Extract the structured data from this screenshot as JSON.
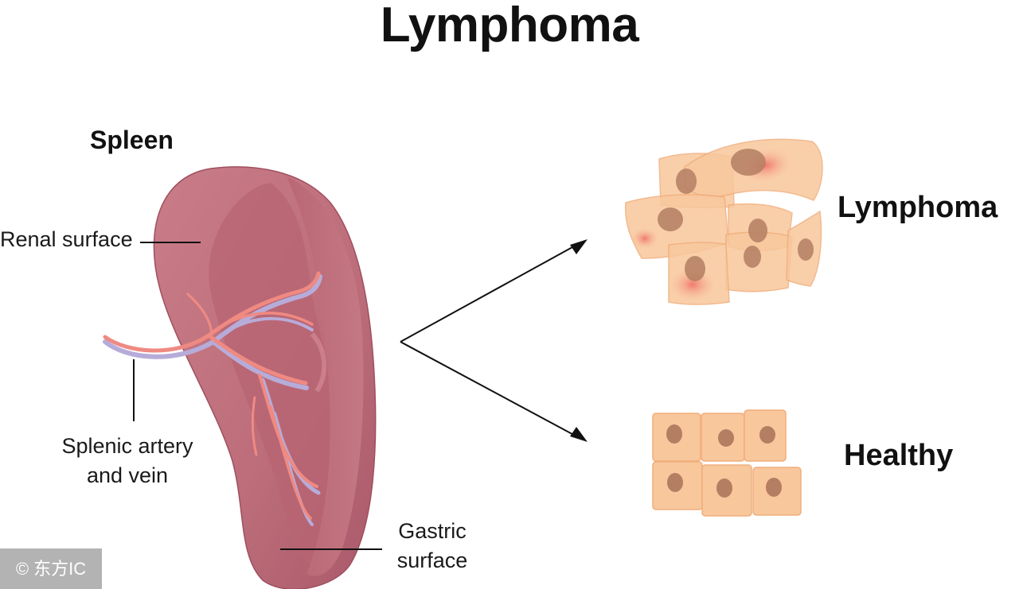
{
  "title": "Lymphoma",
  "spleen": {
    "heading": "Spleen",
    "labels": {
      "renal_surface": "Renal surface",
      "splenic_vessels": "Splenic artery and vein",
      "gastric_surface": "Gastric surface"
    }
  },
  "cells": {
    "lymphoma_label": "Lymphoma",
    "healthy_label": "Healthy"
  },
  "watermark": "© 东方IC",
  "colors": {
    "spleen": "#c0707c",
    "spleen_dark": "#a4535f",
    "artery": "#ef8a82",
    "vein": "#b7acd9",
    "cell": "#f8c79c",
    "cell_border": "#f0ae7c",
    "nucleus": "#b47e63",
    "lymphoma_spot": "#ee6e66"
  }
}
